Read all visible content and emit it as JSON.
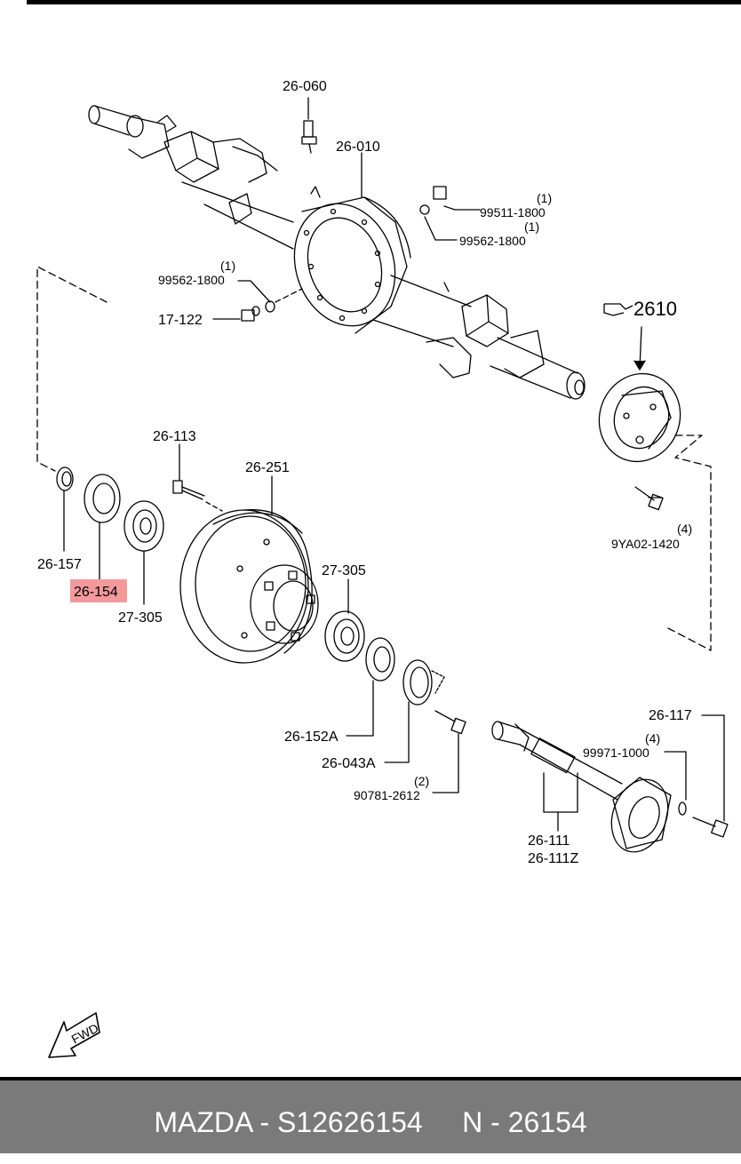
{
  "labels": {
    "p26060": "26-060",
    "p26010": "26-010",
    "p99511": "99511-1800",
    "p99511_qty": "(1)",
    "p99562a": "99562-1800",
    "p99562a_qty": "(1)",
    "p99562b": "99562-1800",
    "p99562b_qty": "(1)",
    "p17122": "17-122",
    "p2610": "2610",
    "p26113": "26-113",
    "p26251": "26-251",
    "p9ya02": "9YA02-1420",
    "p9ya02_qty": "(4)",
    "p26157": "26-157",
    "p26154": "26-154",
    "p27305a": "27-305",
    "p27305b": "27-305",
    "p26117": "26-117",
    "p99971": "99971-1000",
    "p99971_qty": "(4)",
    "p26152a": "26-152A",
    "p26043a": "26-043A",
    "p90781": "90781-2612",
    "p90781_qty": "(2)",
    "p26111": "26-111",
    "p26111z": "26-111Z",
    "fwd": "FWD"
  },
  "highlight_color": "#f4999b",
  "footer": {
    "text": "MAZDA - S12626154     N - 26154",
    "background": "#7a7a7a"
  }
}
